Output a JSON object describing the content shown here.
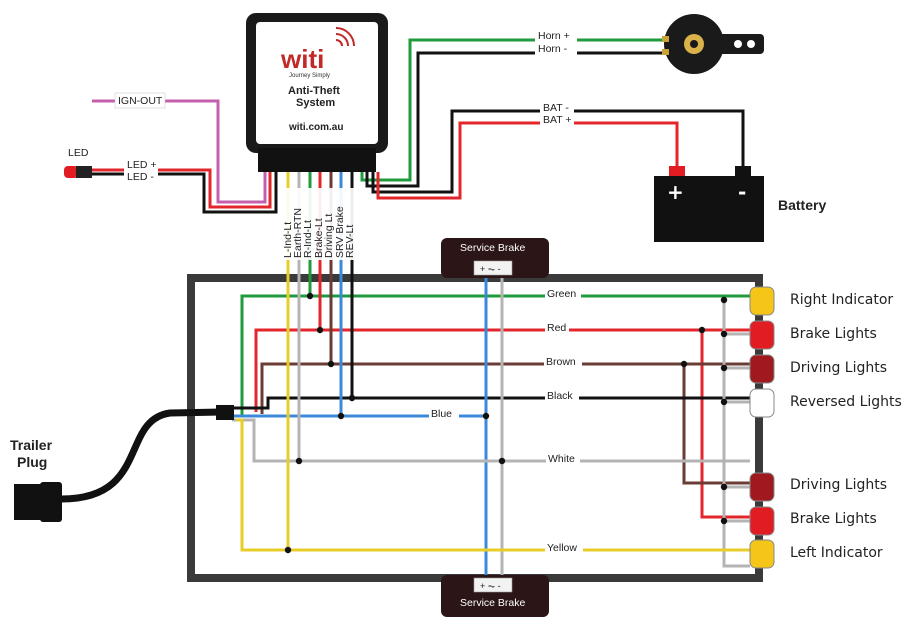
{
  "module": {
    "brand": "witi",
    "tagline": "Journey Simply",
    "name_line1": "Anti-Theft",
    "name_line2": "System",
    "website": "witi.com.au"
  },
  "harness_labels": [
    "L-Ind-Lt",
    "Earth-RTN",
    "R-Ind-Lt",
    "Brake-Lt",
    "Driving Lt",
    "SRV Brake",
    "REV-Lt"
  ],
  "connections": {
    "ign_out": "IGN-OUT",
    "led_title": "LED",
    "led_plus": "LED +",
    "led_minus": "LED -",
    "horn_plus": "Horn +",
    "horn_minus": "Horn -",
    "bat_minus": "BAT -",
    "bat_plus": "BAT +"
  },
  "battery": {
    "label": "Battery",
    "plus": "+",
    "minus": "-"
  },
  "service_brake": {
    "label": "Service Brake",
    "terminal": "+ ⏦ -"
  },
  "trailer_plug": {
    "line1": "Trailer",
    "line2": "Plug"
  },
  "wires": {
    "green": "Green",
    "red": "Red",
    "brown": "Brown",
    "black": "Black",
    "blue": "Blue",
    "white": "White",
    "yellow": "Yellow"
  },
  "lamps": [
    {
      "label": "Right Indicator",
      "color": "#f5c518"
    },
    {
      "label": "Brake Lights",
      "color": "#e11d23"
    },
    {
      "label": "Driving Lights",
      "color": "#a0191e"
    },
    {
      "label": "Reversed Lights",
      "color": "#ffffff"
    },
    {
      "label": "Driving Lights",
      "color": "#a0191e"
    },
    {
      "label": "Brake Lights",
      "color": "#e11d23"
    },
    {
      "label": "Left Indicator",
      "color": "#f5c518"
    }
  ],
  "colors": {
    "green": "#1f9a3c",
    "red": "#e3262c",
    "brown": "#6b3b35",
    "black": "#111111",
    "blue": "#3b8ad9",
    "white": "#b4b4b4",
    "yellow": "#e8cc27",
    "pink": "#c45fae",
    "frame": "#3a3a3a"
  }
}
